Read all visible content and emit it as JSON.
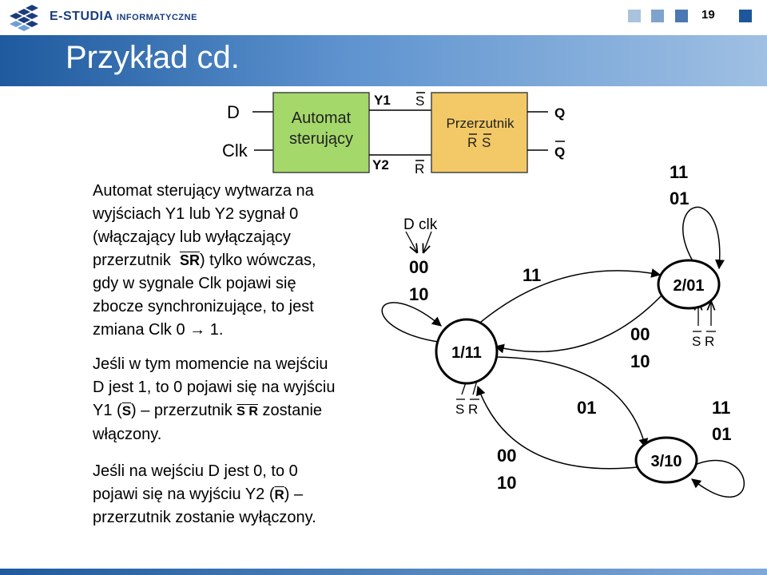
{
  "header": {
    "brand_main": "E-STUDIA",
    "brand_sub": "INFORMATYCZNE",
    "page_number": "19",
    "square_colors": [
      "#a9c3df",
      "#7ea3cc",
      "#4a78b3",
      "#1d5799"
    ]
  },
  "slide": {
    "title": "Przykład cd."
  },
  "block_diagram": {
    "input_d": "D",
    "input_clk": "Clk",
    "controller_line1": "Automat",
    "controller_line2": "sterujący",
    "flipflop_line1": "Przerzutnik",
    "flipflop_r": "R",
    "flipflop_s": "S",
    "y1": "Y1",
    "y2": "Y2",
    "s_bar": "S",
    "r_bar": "R",
    "out_q": "Q",
    "out_qbar": "Q",
    "controller_color": "#a5d86b",
    "flipflop_color": "#f2c966"
  },
  "text": {
    "p1": [
      "Automat sterujący wytwarza na",
      "wyjściach Y1 lub Y2 sygnał 0",
      "(włączający lub wyłączający",
      "przerzutnik",
      "SR",
      ")  tylko wówczas,",
      "gdy w sygnale Clk pojawi się",
      "zbocze synchronizujące, to jest",
      "zmiana Clk 0 ",
      "→",
      " 1."
    ],
    "p2": [
      "Jeśli w tym momencie na wejściu",
      "D jest 1, to 0 pojawi się na wyjściu",
      "Y1 (",
      "S",
      ") – przerzutnik ",
      "S R",
      " zostanie",
      "włączony."
    ],
    "p3": [
      "Jeśli na wejściu D jest 0, to 0",
      "pojawi się na wyjściu Y2 (",
      "R",
      ") –",
      "przerzutnik  zostanie wyłączony."
    ]
  },
  "state_graph": {
    "input_legend": "D clk",
    "states": [
      {
        "label": "1/11",
        "outputs": "S R"
      },
      {
        "label": "2/01",
        "outputs": "S R"
      },
      {
        "label": "3/10"
      }
    ],
    "labels": {
      "loop1_a": "00",
      "loop1_b": "10",
      "t12": "11",
      "t21_a": "00",
      "t21_b": "10",
      "loop2_a": "11",
      "loop2_b": "01",
      "t13": "01",
      "t31_a": "00",
      "t31_b": "10",
      "loop3_a": "11",
      "loop3_b": "01"
    }
  }
}
